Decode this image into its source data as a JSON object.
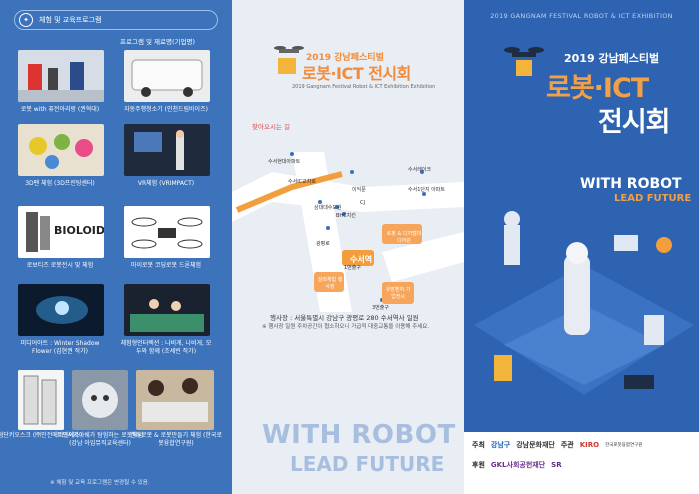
{
  "left": {
    "heading": "체험 및 교육프로그램",
    "subheading": "프로그램 및 재료명(기업명)",
    "tiles": [
      {
        "caption": "로봇 with 퓨전아리랑 (권혁대)"
      },
      {
        "caption": "자동주행청소기 (인천드림바이즈)"
      },
      {
        "caption": "3D펜 체험 (3D프린팅센터)"
      },
      {
        "caption": "VR체험 (VRIMPACT)"
      },
      {
        "caption": "로보티즈 로봇전시 및 체험",
        "logo": "BIOLOID"
      },
      {
        "caption": "마이로봇 코딩로봇 드론체험"
      },
      {
        "caption": "미디어아트 : Winter Shadow Flower (김현권 작가)"
      },
      {
        "caption": "체험형인터렉션 : 나비게, 나비게, 모두와 함께 (조세빈 작가)"
      },
      {
        "caption": "첨단키오스크 (㈜인전메이엔에스)"
      },
      {
        "caption": "코드서지아쉐가 탐험하는 로봇체험 (강남 아임뮤직교육센터)"
      },
      {
        "caption": "겐투로봇 & 로봇만들기 체험 (한국로봇융합연구원)"
      }
    ],
    "note": "※ 체험 및 교육 프로그램은 변경될 수 있음."
  },
  "middle": {
    "title_small": "2019 강남페스티벌",
    "title_big": "로봇·ICT 전시회",
    "title_en": "2019 Gangnam Festival Robot & ICT Exhibition Exhibition",
    "directions": "찾아오시는 길",
    "map_labels": {
      "a": "수서현대아파트",
      "b": "수서IC교차로",
      "c": "수서레이크",
      "d": "삼익아트 아파트",
      "e": "수서1단지 아파트",
      "f": "상대대수도원",
      "g": "수서IC",
      "h": "이익문",
      "i": "LH공사",
      "j": "한국",
      "k": "CJ",
      "l": "BHC치킨",
      "m": "광평로",
      "n": "1번출구",
      "o": "수서역",
      "p": "로봇 & 디지털미디어관",
      "q": "실외체험 행사장",
      "r": "유망벤처 기업전시",
      "s": "3번출구"
    },
    "address": "행사장 : 서울특별시 강남구 광평로 280 수서역사 일원",
    "address_note": "※ 행사장 일원 주차공간이 협소하오니 가급적 대중교통을 이용해 주세요.",
    "slogan1": "WITH ROBOT",
    "slogan2": "LEAD FUTURE"
  },
  "right": {
    "top_line": "2019 GANGNAM FESTIVAL ROBOT & ICT EXHIBITION",
    "year": "2019 강남페스티벌",
    "title1": "로봇·ICT",
    "title2": "전시회",
    "slogan1": "WITH ROBOT",
    "slogan2": "LEAD FUTURE",
    "sponsors": {
      "host_label": "주최",
      "host": "강남구",
      "host2": "강남문화재단",
      "org_label": "주관",
      "org": "KIRO",
      "org2": "한국로봇융합연구원",
      "sup_label": "후원",
      "sup1": "GKL사회공헌재단",
      "sup2": "SR"
    },
    "colors": {
      "bg": "#2d63b0",
      "accent": "#f0a046"
    }
  }
}
